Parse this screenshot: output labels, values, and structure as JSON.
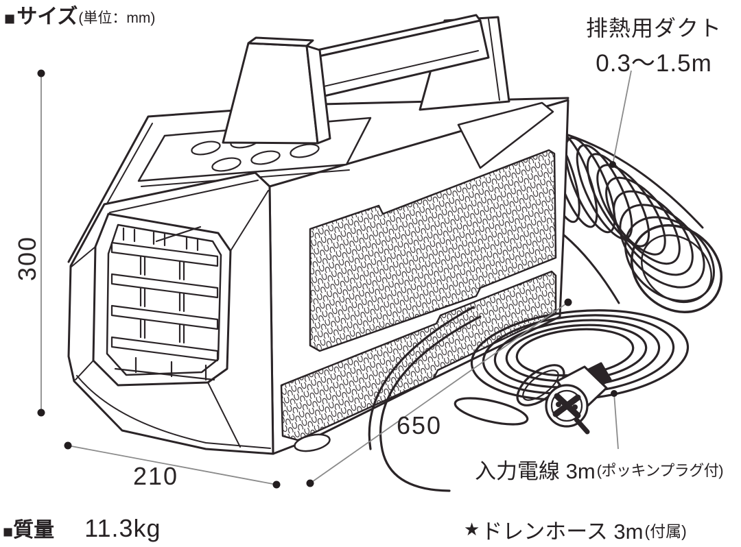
{
  "title_block": {
    "bullet": "■",
    "title": "サイズ",
    "unit_note": "(単位：mm)"
  },
  "dimensions": {
    "height_mm": "300",
    "depth_mm": "210",
    "width_mm": "650"
  },
  "annotations": {
    "duct_label": "排熱用ダクト",
    "duct_range": "0.3〜1.5m",
    "power_cord_label": "入力電線 3m",
    "power_cord_note": "(ポッキンプラグ付)"
  },
  "footer": {
    "weight_bullet": "■",
    "weight_label": "質量",
    "weight_value": "11.3kg",
    "drain_star": "★",
    "drain_label": "ドレンホース 3m",
    "drain_note": "(付属)"
  },
  "colors": {
    "ink": "#2a2427",
    "dimension_line": "#8a8a8a",
    "background": "#ffffff"
  }
}
